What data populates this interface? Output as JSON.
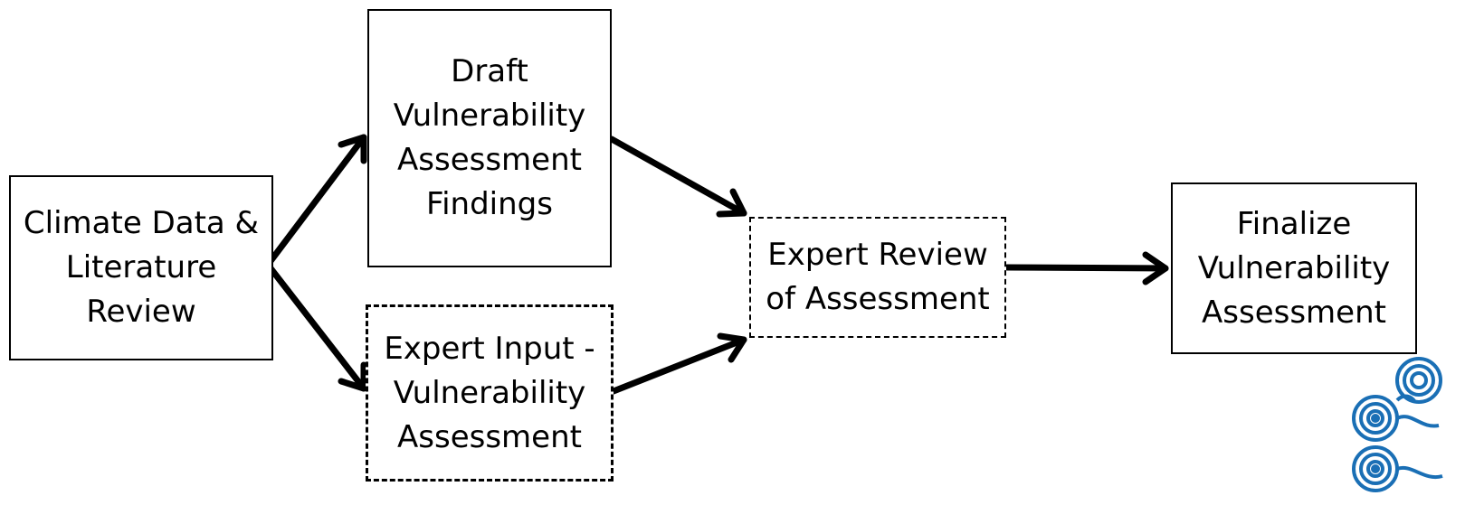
{
  "diagram": {
    "nodes": {
      "climate_review": {
        "label": "Climate Data &\nLiterature\nReview"
      },
      "draft_findings": {
        "label": "Draft\nVulnerability\nAssessment\nFindings"
      },
      "expert_input": {
        "label": "Expert Input -\nVulnerability\nAssessment"
      },
      "expert_review": {
        "label": "Expert Review\nof Assessment"
      },
      "finalize": {
        "label": "Finalize\nVulnerability\nAssessment"
      }
    },
    "edges": [
      {
        "from": "climate_review",
        "to": "draft_findings",
        "style": "solid"
      },
      {
        "from": "climate_review",
        "to": "expert_input",
        "style": "solid"
      },
      {
        "from": "draft_findings",
        "to": "expert_review",
        "style": "solid"
      },
      {
        "from": "expert_input",
        "to": "expert_review",
        "style": "solid"
      },
      {
        "from": "expert_review",
        "to": "finalize",
        "style": "solid"
      }
    ],
    "colors": {
      "stroke": "#000000",
      "logo": "#1a6fb5"
    },
    "icons": {
      "logo": "spiral-logo-icon"
    }
  }
}
